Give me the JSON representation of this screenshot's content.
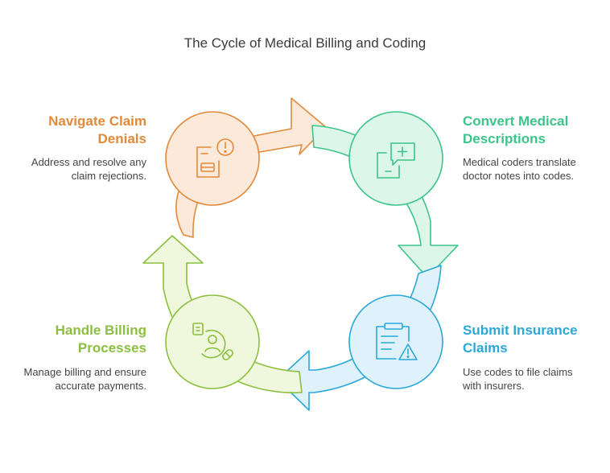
{
  "title": "The Cycle of Medical Billing and Coding",
  "stages": [
    {
      "title_line1": "Navigate Claim",
      "title_line2": "Denials",
      "desc_line1": "Address and resolve any",
      "desc_line2": "claim rejections.",
      "color": "#e08a3a",
      "fill": "#fde9da",
      "icon": "claim-denial-document-icon"
    },
    {
      "title_line1": "Convert Medical",
      "title_line2": "Descriptions",
      "desc_line1": "Medical coders translate",
      "desc_line2": "doctor notes into codes.",
      "color": "#3cc48a",
      "fill": "#dcf7ea",
      "icon": "medical-tablet-icon"
    },
    {
      "title_line1": "Submit Insurance",
      "title_line2": "Claims",
      "desc_line1": "Use codes to file claims",
      "desc_line2": "with insurers.",
      "color": "#2aa8d8",
      "fill": "#dff2fb",
      "icon": "clipboard-warning-icon"
    },
    {
      "title_line1": "Handle Billing",
      "title_line2": "Processes",
      "desc_line1": "Manage billing and ensure",
      "desc_line2": "accurate payments.",
      "color": "#8cbf3f",
      "fill": "#eff7dc",
      "icon": "patient-billing-icon"
    }
  ]
}
